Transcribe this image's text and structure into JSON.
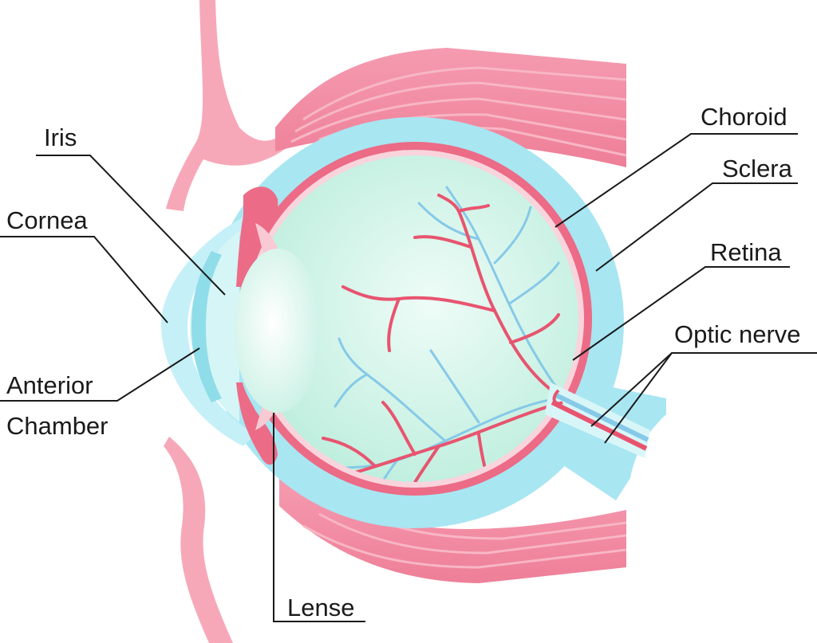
{
  "diagram": {
    "labels": {
      "iris": "Iris",
      "cornea": "Cornea",
      "anterior": "Anterior",
      "chamber": "Chamber",
      "lense": "Lense",
      "choroid": "Choroid",
      "sclera": "Sclera",
      "retina": "Retina",
      "optic_nerve": "Optic nerve"
    }
  },
  "colors": {
    "sclera": "#a8e6f2",
    "choroid": "#ec6b86",
    "vitreous": "#c9f2e6",
    "lens": "#dff7f0",
    "muscle": "#f08aa0",
    "vessel": "#e8546f",
    "vein": "#86c9e8"
  }
}
